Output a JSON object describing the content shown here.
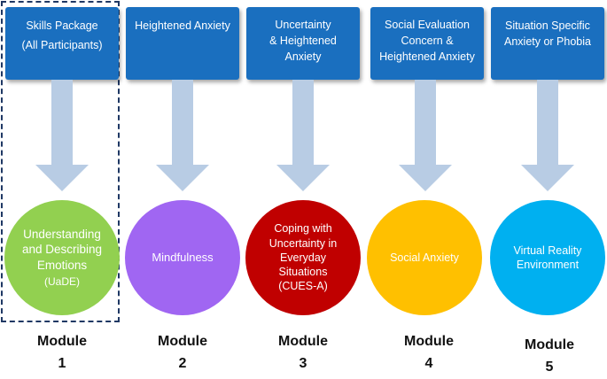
{
  "columns": [
    {
      "box_lines": [
        "Skills Package",
        "(All Participants)"
      ],
      "circle_lines": [
        "Understanding",
        "and Describing",
        "Emotions",
        "(UaDE)"
      ],
      "circle_color": "#92d050",
      "module_label": "Module",
      "module_number": "1"
    },
    {
      "box_lines": [
        "Heightened Anxiety"
      ],
      "circle_lines": [
        "Mindfulness"
      ],
      "circle_color": "#a066f2",
      "module_label": "Module",
      "module_number": "2"
    },
    {
      "box_lines": [
        "Uncertainty",
        "& Heightened",
        "Anxiety"
      ],
      "circle_lines": [
        "Coping with",
        "Uncertainty in",
        "Everyday",
        "Situations",
        "(CUES-A)"
      ],
      "circle_color": "#c00000",
      "module_label": "Module",
      "module_number": "3"
    },
    {
      "box_lines": [
        "Social Evaluation",
        "Concern &",
        "Heightened Anxiety"
      ],
      "circle_lines": [
        "Social Anxiety"
      ],
      "circle_color": "#ffc000",
      "module_label": "Module",
      "module_number": "4"
    },
    {
      "box_lines": [
        "Situation Specific",
        "Anxiety or Phobia"
      ],
      "circle_lines": [
        "Virtual Reality",
        "Environment"
      ],
      "circle_color": "#00b0f0",
      "module_label": "Module",
      "module_number": "5"
    }
  ],
  "colors": {
    "box_fill": "#1a6fbf",
    "arrow_fill": "#b8cce4",
    "frame_border": "#1f3864"
  }
}
